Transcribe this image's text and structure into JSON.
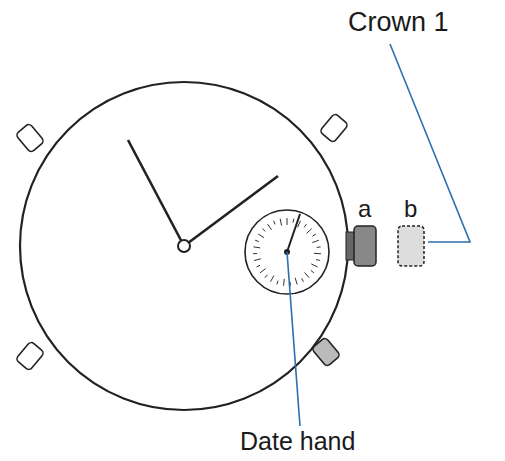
{
  "diagram": {
    "labels": [
      "Crown 1",
      "a",
      "b",
      "Date hand"
    ]
  }
}
